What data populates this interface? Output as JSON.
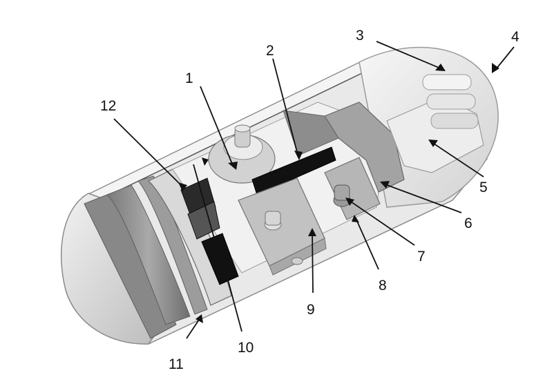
{
  "labels": [
    {
      "id": "1",
      "text": "1"
    },
    {
      "id": "2",
      "text": "2"
    },
    {
      "id": "3",
      "text": "3"
    },
    {
      "id": "4",
      "text": "4"
    },
    {
      "id": "5",
      "text": "5"
    },
    {
      "id": "6",
      "text": "6"
    },
    {
      "id": "7",
      "text": "7"
    },
    {
      "id": "8",
      "text": "8"
    },
    {
      "id": "9",
      "text": "9"
    },
    {
      "id": "10",
      "text": "10"
    },
    {
      "id": "11",
      "text": "11"
    },
    {
      "id": "12",
      "text": "12"
    }
  ],
  "colors": {
    "shell": "#e6e6e6",
    "shell_edge": "#8a8a8a",
    "dark_part": "#111111",
    "mid_part": "#b4b4b4",
    "battery": "#8f8f8f"
  }
}
